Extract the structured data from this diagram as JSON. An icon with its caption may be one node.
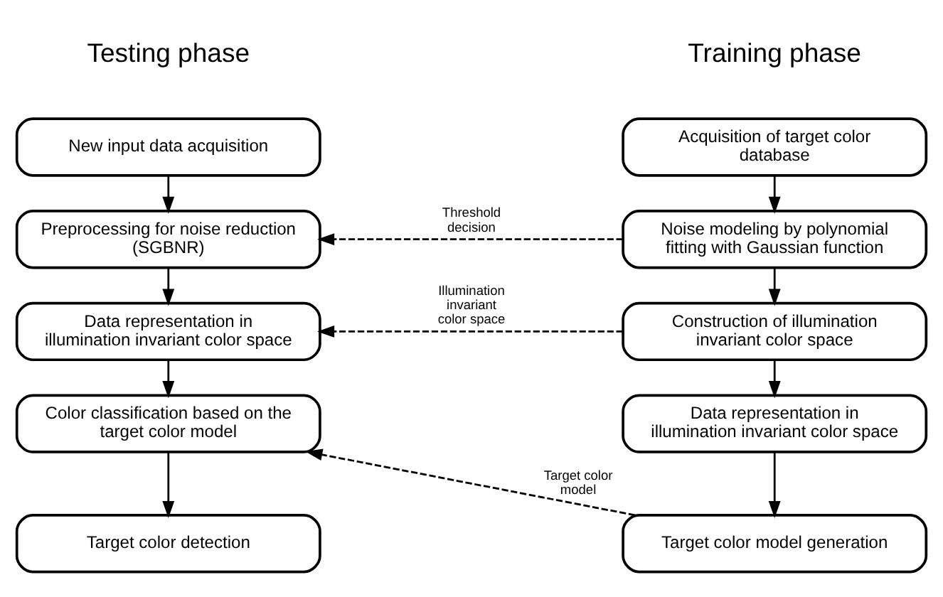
{
  "diagram": {
    "nodes": [
      {
        "text": [
          "Acquisition of target color database"
        ]
      },
      {
        "text": [
          "Noise modeling by polynomial fitting with Gaussian function"
        ]
      },
      {
        "text": [
          "Construction of illumination invariant color space"
        ]
      },
      {
        "text": [
          "Data representation in illumination invariant color space"
        ]
      },
      {
        "text": [
          "Target color model generation"
        ]
      },
      {
        "text": [
          "New input data acquisition"
        ]
      },
      {
        "text": [
          "Preprocessing for noise reduction (SGBNR)"
        ]
      },
      {
        "text": [
          "Data representation in illumination invariant color space"
        ]
      },
      {
        "text": [
          "Color classification based on the target color model"
        ]
      },
      {
        "text": [
          "Target color detection"
        ]
      }
    ],
    "edges": [
      {
        "from": 0,
        "to": 1,
        "arrow": "to"
      },
      {
        "from": 1,
        "to": 2,
        "arrow": "to"
      },
      {
        "from": 2,
        "to": 3,
        "arrow": "to"
      },
      {
        "from": 3,
        "to": 4,
        "arrow": "to"
      },
      {
        "from": 5,
        "to": 6,
        "arrow": "to"
      },
      {
        "from": 6,
        "to": 7,
        "arrow": "to"
      },
      {
        "from": 7,
        "to": 8,
        "arrow": "to"
      },
      {
        "from": 8,
        "to": 9,
        "arrow": "to"
      },
      {
        "from": 1,
        "to": 6,
        "arrow": "to",
        "style": "dashed",
        "label": "Threshold decision"
      },
      {
        "from": 2,
        "to": 7,
        "arrow": "to",
        "style": "dashed",
        "label": "Illumination invariant color space"
      },
      {
        "from": 4,
        "to": 8,
        "arrow": "to",
        "style": "dashed",
        "label": "Target color model"
      }
    ],
    "labels": [
      "Training phase",
      "Testing phase"
    ]
  }
}
